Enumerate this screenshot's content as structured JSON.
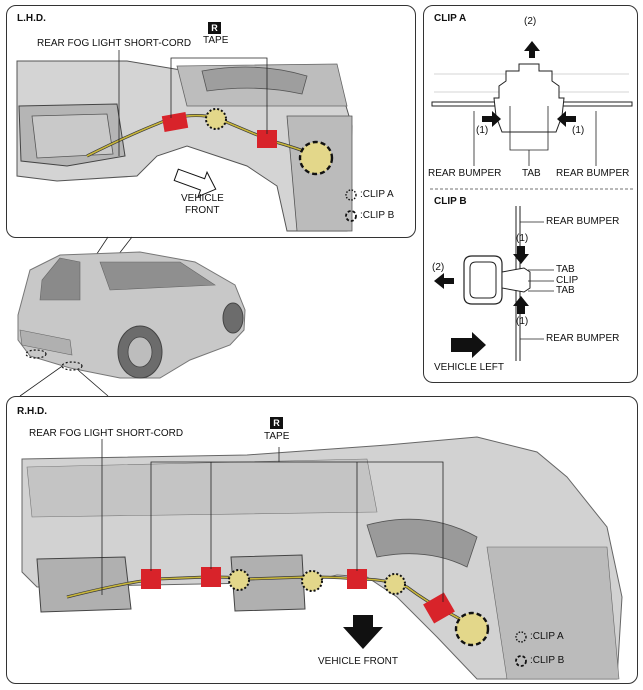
{
  "lhd": {
    "title": "L.H.D.",
    "short_cord_label": "REAR FOG LIGHT SHORT-CORD",
    "tape_mark": "R",
    "tape_label": "TAPE",
    "front_label_line1": "VEHICLE",
    "front_label_line2": "FRONT",
    "legend_clip_a": ":CLIP A",
    "legend_clip_b": ":CLIP B"
  },
  "clip_a": {
    "title": "CLIP A",
    "step_up": "(2)",
    "step_left": "(1)",
    "step_right": "(1)",
    "rear_bumper_left": "REAR BUMPER",
    "tab": "TAB",
    "rear_bumper_right": "REAR BUMPER"
  },
  "clip_b": {
    "title": "CLIP B",
    "rear_bumper_top": "REAR BUMPER",
    "step_top": "(1)",
    "step_left": "(2)",
    "tab_top": "TAB",
    "clip": "CLIP",
    "tab_bottom": "TAB",
    "step_bottom": "(1)",
    "rear_bumper_bottom": "REAR BUMPER",
    "vehicle_left": "VEHICLE LEFT"
  },
  "rhd": {
    "title": "R.H.D.",
    "short_cord_label": "REAR FOG LIGHT SHORT-CORD",
    "tape_mark": "R",
    "tape_label": "TAPE",
    "front_label": "VEHICLE FRONT",
    "legend_clip_a": ":CLIP A",
    "legend_clip_b": ":CLIP B"
  },
  "colors": {
    "tape": "#d8232a",
    "harness": "#c9b73a",
    "body_grey": "#c8c8c8",
    "line": "#222222"
  }
}
